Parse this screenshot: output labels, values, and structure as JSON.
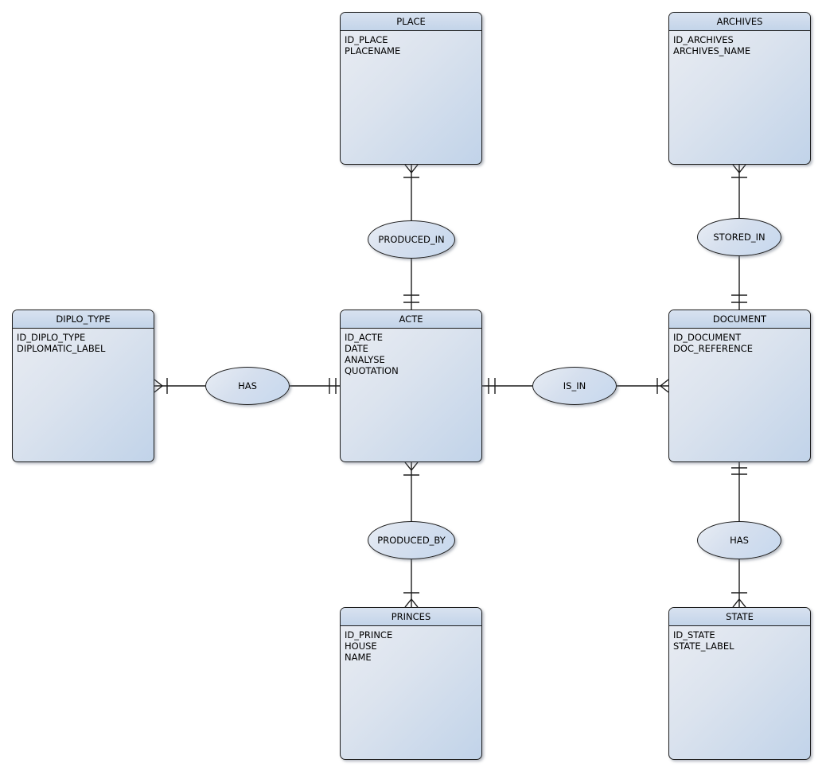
{
  "diagram": {
    "kind": "entity-relationship-diagram",
    "background_color": "#ffffff",
    "shape_border_color": "#1c1c1c",
    "entity_header_gradient": [
      "#d8e2f0",
      "#c3d4e9"
    ],
    "entity_body_gradient": [
      "#eaedf3",
      "#c1d3e9"
    ],
    "relationship_fill_gradient": [
      "#e8edf4",
      "#c6d8ee"
    ],
    "text_color": "#000000"
  },
  "entities": [
    {
      "title": "PLACE",
      "attributes": [
        "ID_PLACE",
        "PLACENAME"
      ]
    },
    {
      "title": "ARCHIVES",
      "attributes": [
        "ID_ARCHIVES",
        "ARCHIVES_NAME"
      ]
    },
    {
      "title": "DIPLO_TYPE",
      "attributes": [
        "ID_DIPLO_TYPE",
        "DIPLOMATIC_LABEL"
      ]
    },
    {
      "title": "ACTE",
      "attributes": [
        "ID_ACTE",
        "DATE",
        "ANALYSE",
        "QUOTATION"
      ]
    },
    {
      "title": "DOCUMENT",
      "attributes": [
        "ID_DOCUMENT",
        "DOC_REFERENCE"
      ]
    },
    {
      "title": "PRINCES",
      "attributes": [
        "ID_PRINCE",
        "HOUSE",
        "NAME"
      ]
    },
    {
      "title": "STATE",
      "attributes": [
        "ID_STATE",
        "STATE_LABEL"
      ]
    }
  ],
  "relationships": [
    {
      "label": "PRODUCED_IN",
      "ends": [
        {
          "entity": "PLACE",
          "marker": "crow-foot-with-tick (one-or-many)"
        },
        {
          "entity": "ACTE",
          "marker": "double-tick (one-and-only-one)"
        }
      ]
    },
    {
      "label": "STORED_IN",
      "ends": [
        {
          "entity": "ARCHIVES",
          "marker": "crow-foot-with-tick (one-or-many)"
        },
        {
          "entity": "DOCUMENT",
          "marker": "double-tick (one-and-only-one)"
        }
      ]
    },
    {
      "label": "HAS",
      "ends": [
        {
          "entity": "DIPLO_TYPE",
          "marker": "crow-foot-with-tick (one-or-many)"
        },
        {
          "entity": "ACTE",
          "marker": "double-tick (one-and-only-one)"
        }
      ]
    },
    {
      "label": "IS_IN",
      "ends": [
        {
          "entity": "ACTE",
          "marker": "double-tick (one-and-only-one)"
        },
        {
          "entity": "DOCUMENT",
          "marker": "crow-foot-with-tick (one-or-many)"
        }
      ]
    },
    {
      "label": "PRODUCED_BY",
      "ends": [
        {
          "entity": "ACTE",
          "marker": "crow-foot-with-tick (one-or-many)"
        },
        {
          "entity": "PRINCES",
          "marker": "crow-foot-with-tick (one-or-many)"
        }
      ]
    },
    {
      "label": "HAS",
      "ends": [
        {
          "entity": "DOCUMENT",
          "marker": "double-tick (one-and-only-one)"
        },
        {
          "entity": "STATE",
          "marker": "crow-foot-with-tick (one-or-many)"
        }
      ]
    }
  ]
}
